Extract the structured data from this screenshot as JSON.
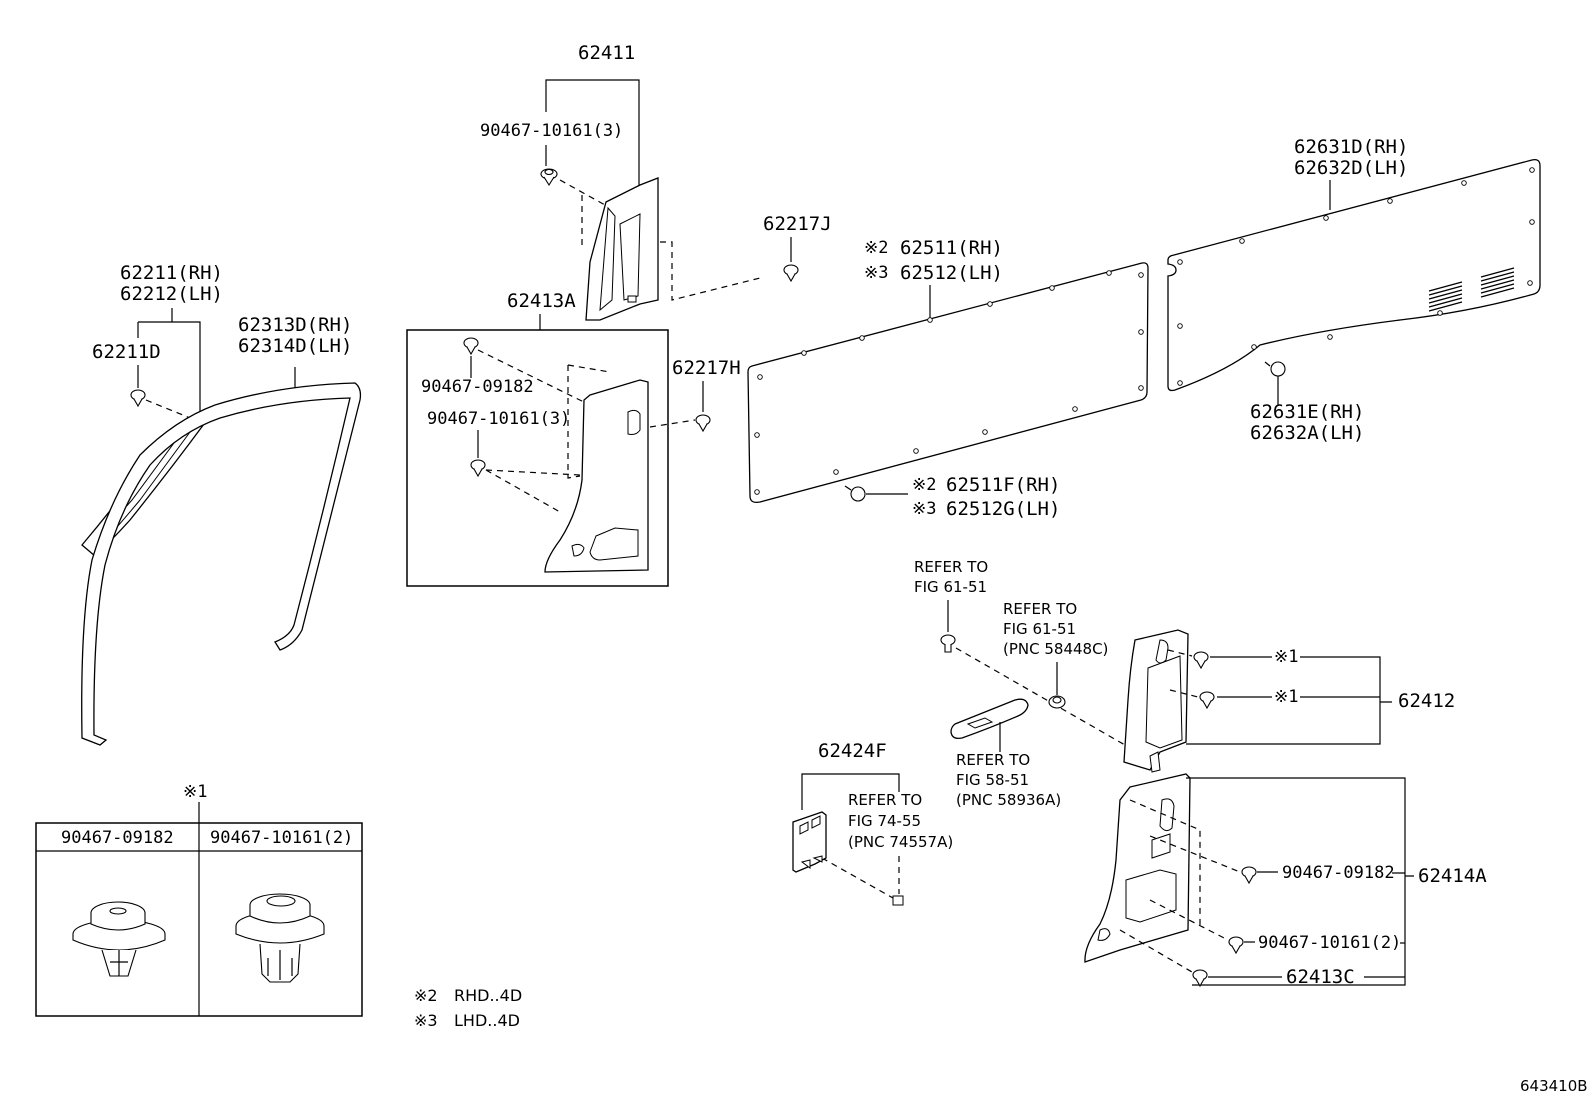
{
  "figure_id": "643410B",
  "labels": {
    "p62411": "62411",
    "p62411_clip": "90467-10161(3)",
    "p62217J": "62217J",
    "p62511": "62511(RH)",
    "p62512": "62512(LH)",
    "p62631D": "62631D(RH)",
    "p62632D": "62632D(LH)",
    "p62211": "62211(RH)",
    "p62212": "62212(LH)",
    "p62211D": "62211D",
    "p62313D": "62313D(RH)",
    "p62314D": "62314D(LH)",
    "p62413A": "62413A",
    "p62413A_clip1": "90467-09182",
    "p62413A_clip2": "90467-10161(3)",
    "p62217H": "62217H",
    "p62631E": "62631E(RH)",
    "p62632A": "62632A(LH)",
    "p62511F": "62511F(RH)",
    "p62512G": "62512G(LH)",
    "p62412": "62412",
    "p62424F": "62424F",
    "p62414A": "62414A",
    "p62414A_clip1": "90467-09182",
    "p62414A_clip2": "90467-10161(2)",
    "p62413C": "62413C",
    "ref1": [
      "REFER TO",
      "FIG 61-51"
    ],
    "ref2": [
      "REFER TO",
      "FIG 61-51",
      "(PNC 58448C)"
    ],
    "ref3": [
      "REFER TO",
      "FIG 58-51",
      "(PNC 58936A)"
    ],
    "ref4": [
      "REFER TO",
      "FIG 74-55",
      "(PNC 74557A)"
    ],
    "mark1": "※1",
    "mark2": "※2",
    "mark3": "※3"
  },
  "legend": {
    "title": "※1",
    "col1": "90467-09182",
    "col2": "90467-10161(2)"
  },
  "footnotes": [
    {
      "mark": "※2",
      "text": "RHD..4D"
    },
    {
      "mark": "※3",
      "text": "LHD..4D"
    }
  ]
}
